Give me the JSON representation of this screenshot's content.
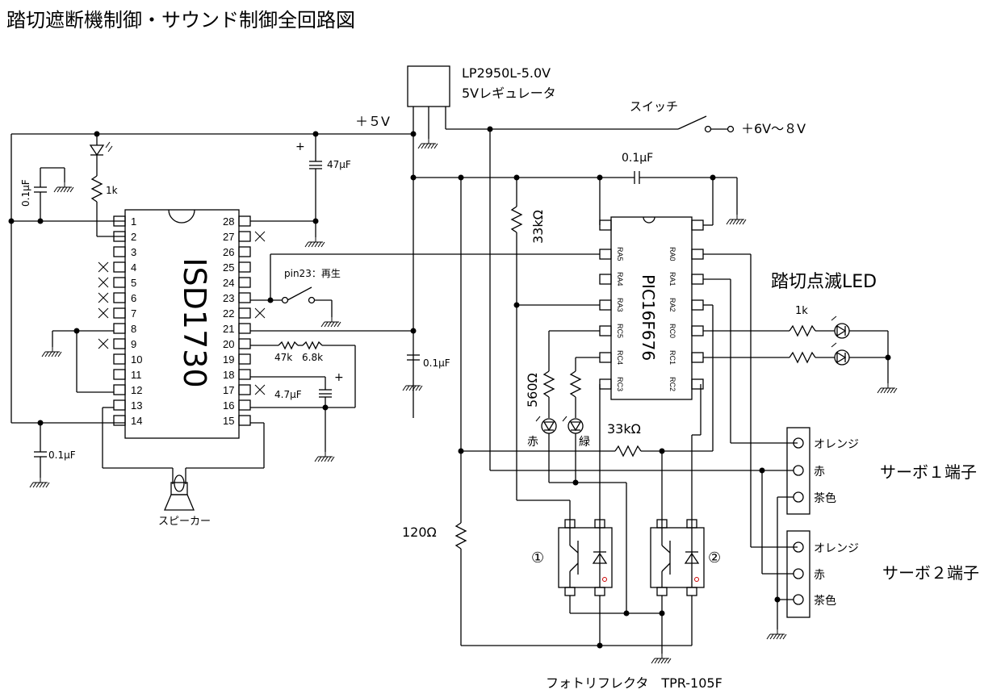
{
  "title": "踏切遮断機制御・サウンド制御全回路図",
  "regulator": {
    "part": "LP2950L-5.0V",
    "desc": "5Vレギュレータ"
  },
  "supply": {
    "plus5v": "＋５V",
    "switch": "スイッチ",
    "input": "＋6V～８V"
  },
  "isd": {
    "name": "ISD1730",
    "left_pins": [
      "1",
      "2",
      "3",
      "4",
      "5",
      "6",
      "7",
      "8",
      "9",
      "10",
      "11",
      "12",
      "13",
      "14"
    ],
    "right_pins": [
      "28",
      "27",
      "26",
      "25",
      "24",
      "23",
      "22",
      "21",
      "20",
      "19",
      "18",
      "17",
      "16",
      "15"
    ],
    "play_label": "pin23：再生"
  },
  "pic": {
    "name": "PIC16F676",
    "left_pins": [
      "RA5",
      "RA4",
      "RA3",
      "RC5",
      "RC4",
      "RC3"
    ],
    "right_pins": [
      "RA0",
      "RA1",
      "RA2",
      "RC0",
      "RC1",
      "RC2"
    ]
  },
  "components": {
    "c_top": "0.1μF",
    "c_left": "0.1μF",
    "c_47u": "47μF",
    "r_1k": "1k",
    "c_bottom": "0.1μF",
    "c_mid": "0.1μF",
    "r_47k": "47k",
    "r_6k8": "6.8k",
    "c_4u7": "4.7μF",
    "r_33k_top": "33kΩ",
    "r_33k_bottom": "33kΩ",
    "r_560": "560Ω",
    "r_120": "120Ω",
    "r_led": "1k",
    "plus_sign": "+"
  },
  "leds": {
    "red": "赤",
    "green": "緑",
    "crossing": "踏切点滅LED"
  },
  "speaker": "スピーカー",
  "photo": {
    "label": "フォトリフレクタ　TPR-105F",
    "n1": "①",
    "n2": "②"
  },
  "servo1": {
    "title": "サーボ１端子",
    "pins": [
      "オレンジ",
      "赤",
      "茶色"
    ]
  },
  "servo2": {
    "title": "サーボ２端子",
    "pins": [
      "オレンジ",
      "赤",
      "茶色"
    ]
  }
}
